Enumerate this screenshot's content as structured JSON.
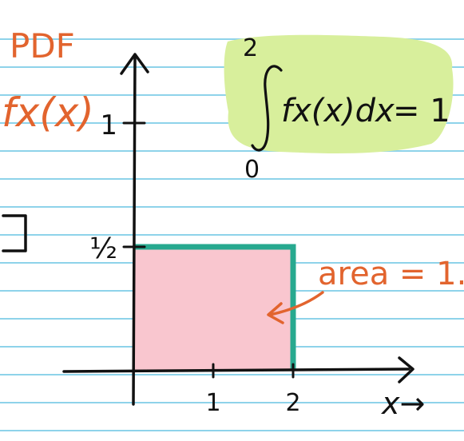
{
  "colors": {
    "ink": "#111111",
    "orange": "#e2642e",
    "teal": "#27a98f",
    "pink_fill": "#f9c6cf",
    "highlight": "#d8ef9c",
    "ruled_line": "#8ed3ea"
  },
  "heading": {
    "abbrev": "PDF",
    "function": "fx(x)"
  },
  "y_ticks": [
    {
      "label": "1",
      "value": 1
    },
    {
      "label": "½",
      "value": 0.5
    }
  ],
  "x_ticks": [
    {
      "label": "1",
      "value": 1
    },
    {
      "label": "2",
      "value": 2
    }
  ],
  "x_axis_label": "x→",
  "integral": {
    "upper": "2",
    "lower": "0",
    "integrand": "fx(x)dx",
    "equals": "= 1"
  },
  "region": {
    "x_start": 0,
    "x_end": 2,
    "height": 0.5
  },
  "annotation": "area = 1."
}
